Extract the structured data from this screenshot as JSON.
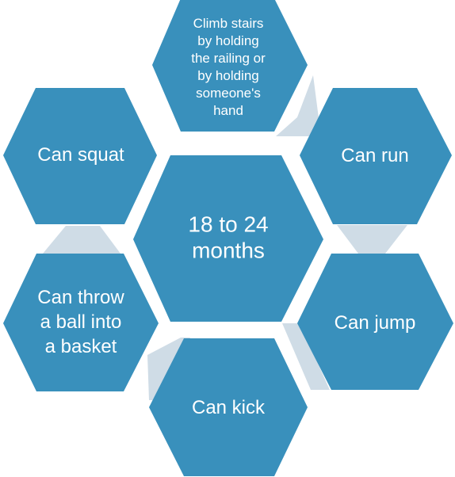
{
  "colors": {
    "hexagon_fill": "#3990bc",
    "connector_fill": "#cfdce6",
    "text": "#ffffff",
    "background": "#ffffff"
  },
  "center": {
    "lines": [
      "18 to 24",
      "months"
    ]
  },
  "milestones": {
    "stairs": {
      "lines": [
        "Climb stairs",
        "by holding",
        "the railing or",
        "by holding",
        "someone's",
        "hand"
      ]
    },
    "run": {
      "lines": [
        "Can run"
      ]
    },
    "jump": {
      "lines": [
        "Can jump"
      ]
    },
    "kick": {
      "lines": [
        "Can kick"
      ]
    },
    "throw": {
      "lines": [
        "Can throw",
        "a ball into",
        "a basket"
      ]
    },
    "squat": {
      "lines": [
        "Can squat"
      ]
    }
  }
}
